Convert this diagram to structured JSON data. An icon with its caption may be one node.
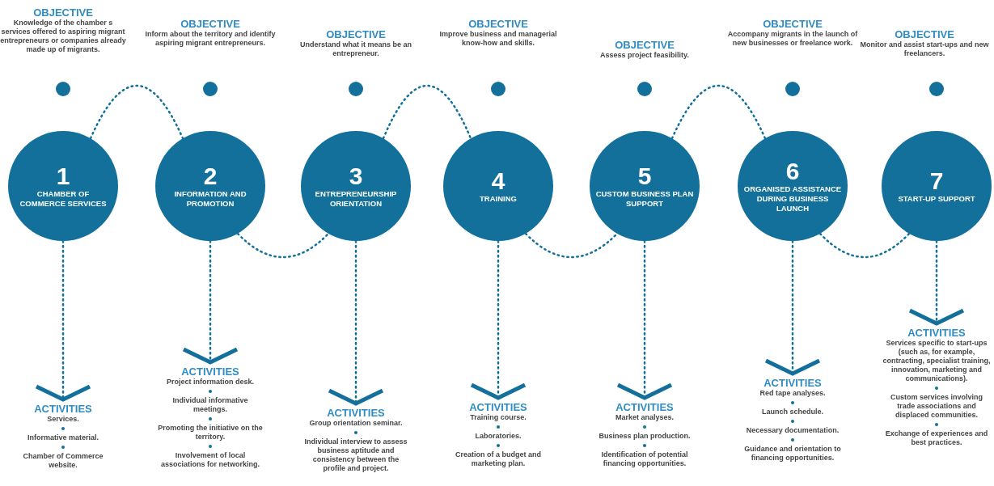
{
  "diagram": {
    "nodes": [
      {
        "text": [
          "OBJECTIVE",
          "Knowledge of the chamber s services offered to aspiring migrant entrepreneurs or companies already made up of migrants."
        ]
      },
      {
        "text": [
          "1",
          "CHAMBER OF COMMERCE SERVICES"
        ]
      },
      {
        "text": [
          "ACTIVITIES",
          "Services.",
          "Informative material.",
          "Chamber of Commerce website."
        ]
      },
      {
        "text": [
          "OBJECTIVE",
          "Inform about the territory and identify aspiring migrant entrepreneurs."
        ]
      },
      {
        "text": [
          "2",
          "INFORMATION AND PROMOTION"
        ]
      },
      {
        "text": [
          "ACTIVITIES",
          "Project information desk.",
          "Individual informative meetings.",
          "Promoting the initiative on the territory.",
          "Involvement of local associations for networking."
        ]
      },
      {
        "text": [
          "OBJECTIVE",
          "Understand what it means be an entrepreneur."
        ]
      },
      {
        "text": [
          "3",
          "ENTREPRENEURSHIP ORIENTATION"
        ]
      },
      {
        "text": [
          "ACTIVITIES",
          "Group orientation seminar.",
          "Individual interview to assess business aptitude and consistency between the profile and project."
        ]
      },
      {
        "text": [
          "OBJECTIVE",
          "Improve business and managerial know-how and skills."
        ]
      },
      {
        "text": [
          "4",
          "TRAINING"
        ]
      },
      {
        "text": [
          "ACTIVITIES",
          "Training course.",
          "Laboratories.",
          "Creation of a budget and marketing plan."
        ]
      },
      {
        "text": [
          "OBJECTIVE",
          "Assess project feasibility."
        ]
      },
      {
        "text": [
          "5",
          "CUSTOM BUSINESS PLAN SUPPORT"
        ]
      },
      {
        "text": [
          "ACTIVITIES",
          "Market analyses.",
          "Business plan production.",
          "Identification of potential financing opportunities."
        ]
      },
      {
        "text": [
          "OBJECTIVE",
          "Accompany migrants in the launch of new businesses or freelance work."
        ]
      },
      {
        "text": [
          "6",
          "ORGANISED ASSISTANCE DURING BUSINESS LAUNCH"
        ]
      },
      {
        "text": [
          "ACTIVITIES",
          "Red tape analyses.",
          "Launch schedule.",
          "Necessary documentation.",
          "Guidance and orientation to financing opportunities."
        ]
      },
      {
        "text": [
          "OBJECTIVE",
          "Monitor and assist start-ups and new freelancers."
        ]
      },
      {
        "text": [
          "7",
          "START-UP SUPPORT"
        ]
      },
      {
        "text": [
          "ACTIVITIES",
          "Services specific to start-ups (such as, for example, contracting, specialist training, innovation, marketing and communications).",
          "Custom services involving trade associations and displaced communities.",
          "Exchange of experiences and best practices."
        ]
      }
    ],
    "edges": [
      {
        "from": 1,
        "to": 2,
        "arrow": "to",
        "style": "dashed"
      },
      {
        "from": 4,
        "to": 5,
        "arrow": "to",
        "style": "dashed"
      },
      {
        "from": 7,
        "to": 8,
        "arrow": "to",
        "style": "dashed"
      },
      {
        "from": 10,
        "to": 11,
        "arrow": "to",
        "style": "dashed"
      },
      {
        "from": 13,
        "to": 14,
        "arrow": "to",
        "style": "dashed"
      },
      {
        "from": 16,
        "to": 17,
        "arrow": "to",
        "style": "dashed"
      },
      {
        "from": 19,
        "to": 20,
        "arrow": "to",
        "style": "dashed"
      },
      {
        "from": 1,
        "to": 4,
        "arrow": "none",
        "style": "dashed"
      },
      {
        "from": 4,
        "to": 7,
        "arrow": "none",
        "style": "dashed"
      },
      {
        "from": 7,
        "to": 10,
        "arrow": "none",
        "style": "dashed"
      },
      {
        "from": 10,
        "to": 13,
        "arrow": "none",
        "style": "dashed"
      },
      {
        "from": 13,
        "to": 16,
        "arrow": "none",
        "style": "dashed"
      },
      {
        "from": 16,
        "to": 19,
        "arrow": "none",
        "style": "dashed"
      }
    ]
  }
}
